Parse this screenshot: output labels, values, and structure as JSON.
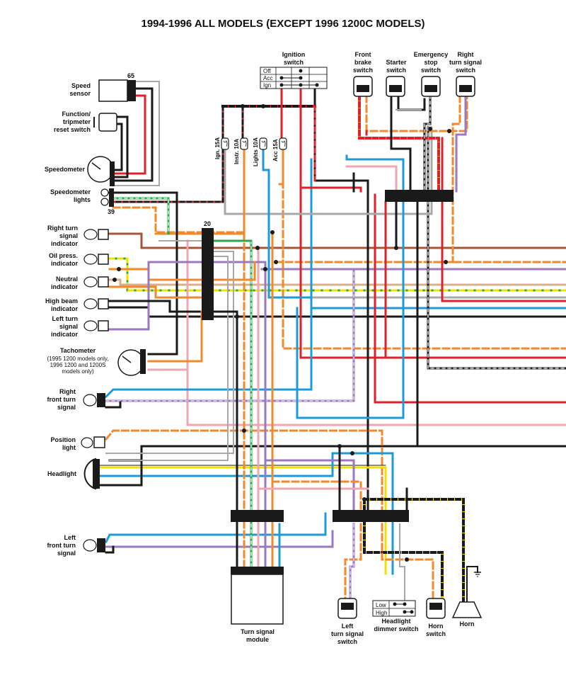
{
  "title": "1994-1996 ALL MODELS (EXCEPT 1996 1200C MODELS)",
  "connector_numbers": {
    "c65": "65",
    "c39": "39",
    "c20": "20"
  },
  "components": {
    "speed_sensor": [
      "Speed",
      "sensor"
    ],
    "function_switch": [
      "Function/",
      "tripmeter",
      "reset switch"
    ],
    "speedometer": [
      "Speedometer"
    ],
    "speedometer_lights": [
      "Speedometer",
      "lights"
    ],
    "right_turn_indicator": [
      "Right turn",
      "signal",
      "indicator"
    ],
    "oil_pressure_indicator": [
      "Oil press.",
      "indicator"
    ],
    "neutral_indicator": [
      "Neutral",
      "indicator"
    ],
    "high_beam_indicator": [
      "High beam",
      "indicator"
    ],
    "left_turn_indicator": [
      "Left turn",
      "signal",
      "indicator"
    ],
    "tachometer": [
      "Tachometer",
      "(1995 1200 models only,",
      "1996 1200 and 1200S",
      "models only)"
    ],
    "right_front_turn": [
      "Right",
      "front turn",
      "signal"
    ],
    "position_light": [
      "Position",
      "light"
    ],
    "headlight": [
      "Headlight"
    ],
    "left_front_turn": [
      "Left",
      "front turn",
      "signal"
    ],
    "turn_signal_module": [
      "Turn signal",
      "module"
    ],
    "left_turn_switch": [
      "Left",
      "turn signal",
      "switch"
    ],
    "headlight_dimmer_switch": [
      "Headlight",
      "dimmer switch"
    ],
    "horn_switch": [
      "Horn",
      "switch"
    ],
    "horn": [
      "Horn"
    ],
    "ignition_switch": [
      "Ignition",
      "switch"
    ],
    "front_brake_switch": [
      "Front",
      "brake",
      "switch"
    ],
    "starter_switch": [
      "Starter",
      "switch"
    ],
    "emergency_stop_switch": [
      "Emergency",
      "stop",
      "switch"
    ],
    "right_turn_switch": [
      "Right",
      "turn signal",
      "switch"
    ]
  },
  "ignition_positions": [
    "Off",
    "Acc",
    "Ign"
  ],
  "dimmer_positions": [
    "Low",
    "High"
  ],
  "fuses": [
    "Ign. 15A",
    "Instr. 10A",
    "Lights 10A",
    "Acc 15A"
  ],
  "colors": {
    "orange": "#f08a2c",
    "red": "#e0212b",
    "blue": "#1e9bd7",
    "gray": "#a8a8a8",
    "brown": "#a0573a",
    "purple": "#9b78c2",
    "tan": "#dcae88",
    "pink": "#f0a6b3",
    "green": "#2aa84a",
    "yellow": "#f2e000",
    "black": "#1a1a1a"
  }
}
